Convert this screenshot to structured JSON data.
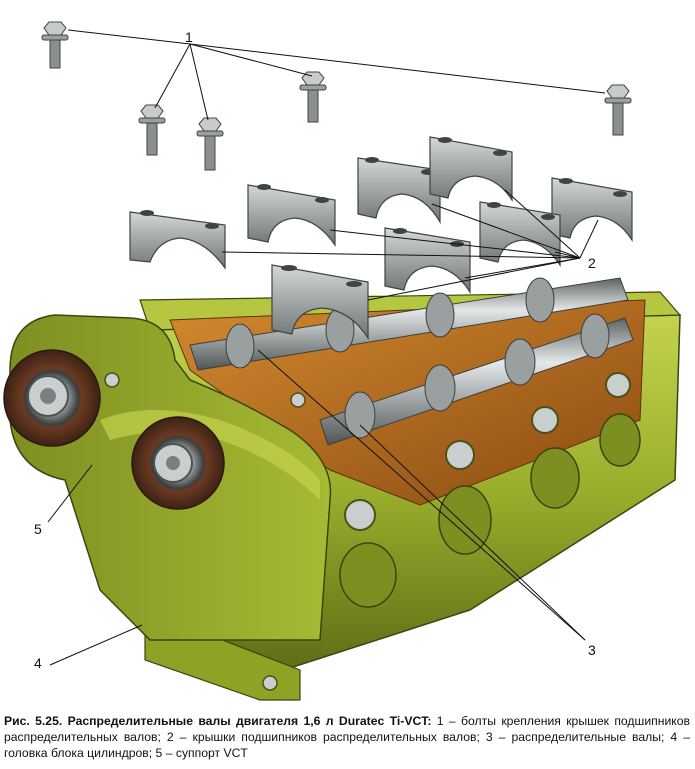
{
  "figure": {
    "callouts": [
      "1",
      "2",
      "3",
      "4",
      "5"
    ],
    "colors": {
      "head_green": "#9aae2c",
      "head_green_light": "#c4d24e",
      "head_green_dark": "#5f6e16",
      "cap_gray": "#8f9696",
      "metal_light": "#d7dcdc",
      "oil_orange": "#b86a1c",
      "pulley_dark": "#4a2a1a"
    }
  },
  "caption": {
    "title": "Рис. 5.25. Распределительные валы двигателя 1,6 л Duratec Ti-VCT:",
    "text": " 1 – болты крепления крышек подшипников распределительных валов; 2 – крышки подшипников распределительных валов; 3 – распределительные валы; 4 – головка блока цилиндров; 5 – суппорт VCT"
  }
}
